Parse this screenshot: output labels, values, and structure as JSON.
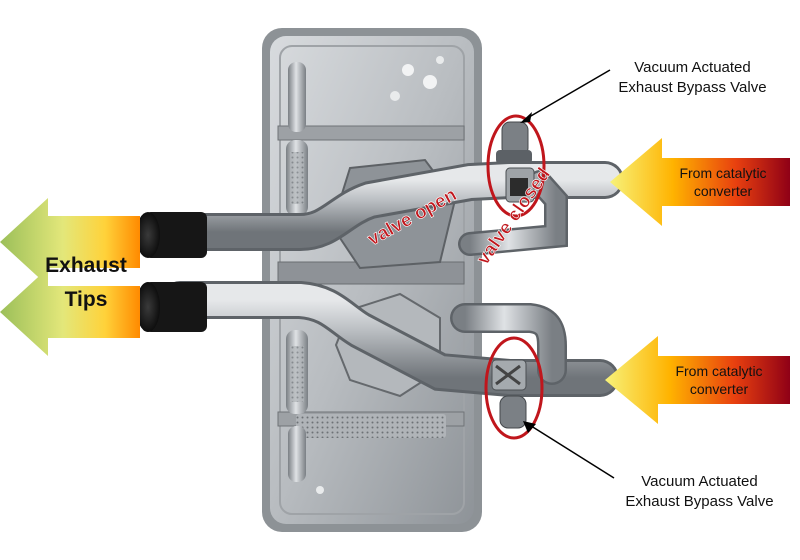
{
  "callouts": {
    "top_valve": {
      "line1": "Vacuum Actuated",
      "line2": "Exhaust Bypass Valve"
    },
    "bottom_valve": {
      "line1": "Vacuum Actuated",
      "line2": "Exhaust Bypass Valve"
    }
  },
  "exhaust_tips": {
    "line1": "Exhaust",
    "line2": "Tips"
  },
  "inlets": {
    "top": {
      "line1": "From catalytic",
      "line2": "converter"
    },
    "bottom": {
      "line1": "From catalytic",
      "line2": "converter"
    }
  },
  "valve_states": {
    "open": "valve open",
    "closed": "valve closed"
  },
  "colors": {
    "valve_highlight": "#c0161c",
    "arrow_hot": "#b3001b",
    "arrow_warm": "#ff8c00",
    "arrow_cool": "#f7f27a",
    "tip_arrow_green": "#9bbf59",
    "metal": "#a7acb1"
  }
}
